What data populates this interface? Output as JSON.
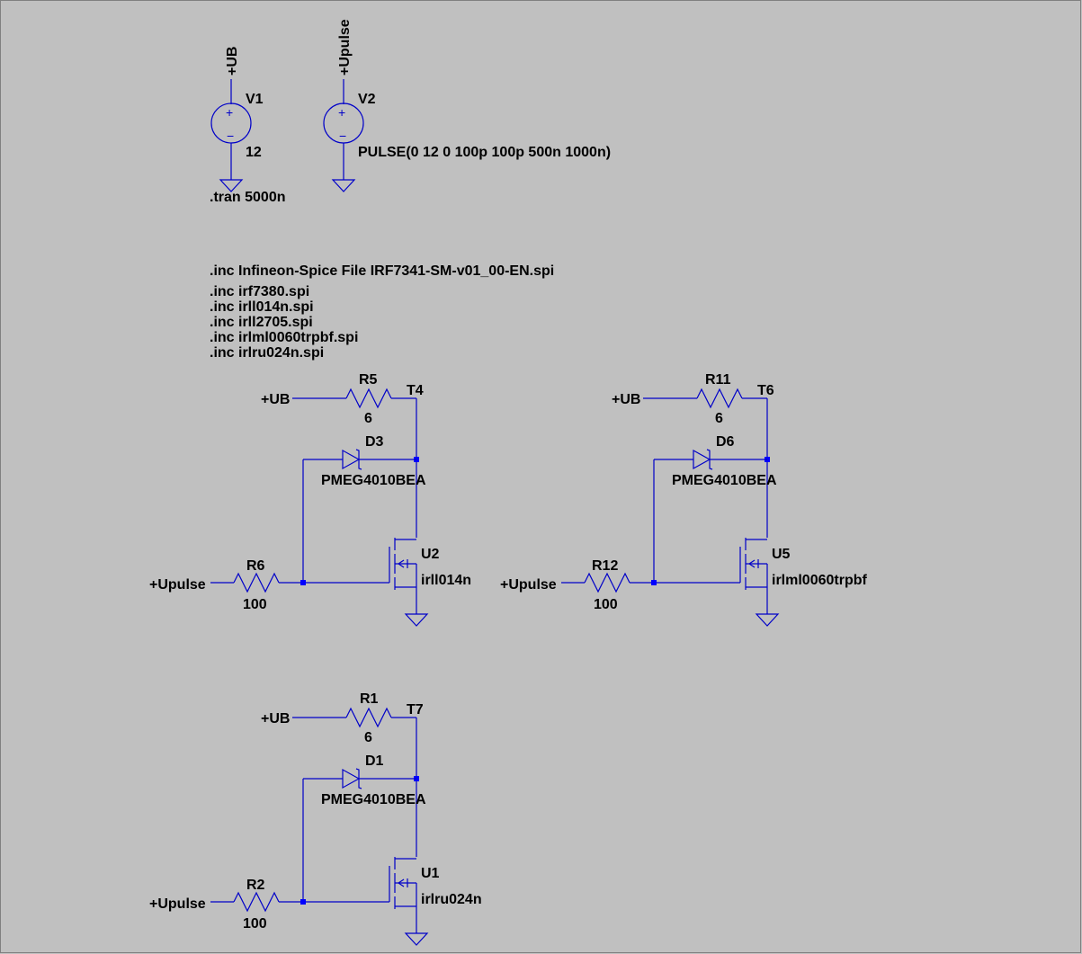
{
  "sources": [
    {
      "ref": "V1",
      "net": "+UB",
      "value": "12"
    },
    {
      "ref": "V2",
      "net": "+Upulse",
      "value": "PULSE(0 12 0 100p 100p 500n 1000n)"
    }
  ],
  "directives": {
    "tran": ".tran 5000n",
    "includes": [
      ".inc Infineon-Spice File IRF7341-SM-v01_00-EN.spi",
      ".inc irf7380.spi",
      ".inc irll014n.spi",
      ".inc irll2705.spi",
      ".inc irlml0060trpbf.spi",
      ".inc irlru024n.spi"
    ]
  },
  "stages": [
    {
      "supply_label": "+UB",
      "drain_res": {
        "ref": "R5",
        "value": "6"
      },
      "node_label": "T4",
      "diode": {
        "ref": "D3",
        "model": "PMEG4010BEA"
      },
      "mosfet": {
        "ref": "U2",
        "model": "irll014n"
      },
      "input_label": "+Upulse",
      "gate_res": {
        "ref": "R6",
        "value": "100"
      }
    },
    {
      "supply_label": "+UB",
      "drain_res": {
        "ref": "R11",
        "value": "6"
      },
      "node_label": "T6",
      "diode": {
        "ref": "D6",
        "model": "PMEG4010BEA"
      },
      "mosfet": {
        "ref": "U5",
        "model": "irlml0060trpbf"
      },
      "input_label": "+Upulse",
      "gate_res": {
        "ref": "R12",
        "value": "100"
      }
    },
    {
      "supply_label": "+UB",
      "drain_res": {
        "ref": "R1",
        "value": "6"
      },
      "node_label": "T7",
      "diode": {
        "ref": "D1",
        "model": "PMEG4010BEA"
      },
      "mosfet": {
        "ref": "U1",
        "model": "irlru024n"
      },
      "input_label": "+Upulse",
      "gate_res": {
        "ref": "R2",
        "value": "100"
      }
    }
  ],
  "colors": {
    "background": "#c0c0c0",
    "wire": "#0000c8",
    "junction": "#0000ff",
    "text": "#000000"
  }
}
